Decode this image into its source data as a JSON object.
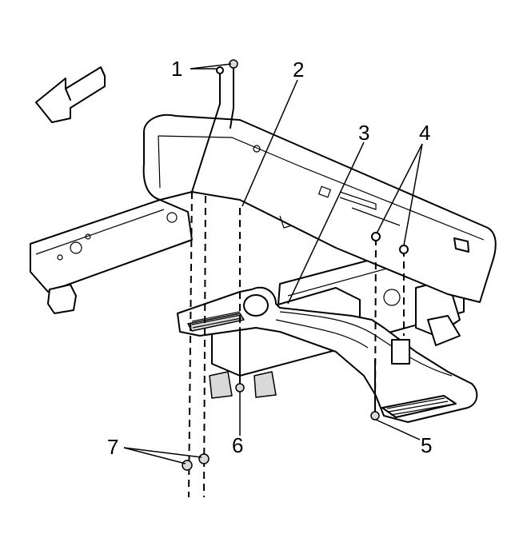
{
  "callouts": [
    {
      "id": "1",
      "text": "1"
    },
    {
      "id": "2",
      "text": "2"
    },
    {
      "id": "3",
      "text": "3"
    },
    {
      "id": "4",
      "text": "4"
    },
    {
      "id": "5",
      "text": "5"
    },
    {
      "id": "6",
      "text": "6"
    },
    {
      "id": "7",
      "text": "7"
    }
  ],
  "arrow_icon": "direction-arrow-icon"
}
